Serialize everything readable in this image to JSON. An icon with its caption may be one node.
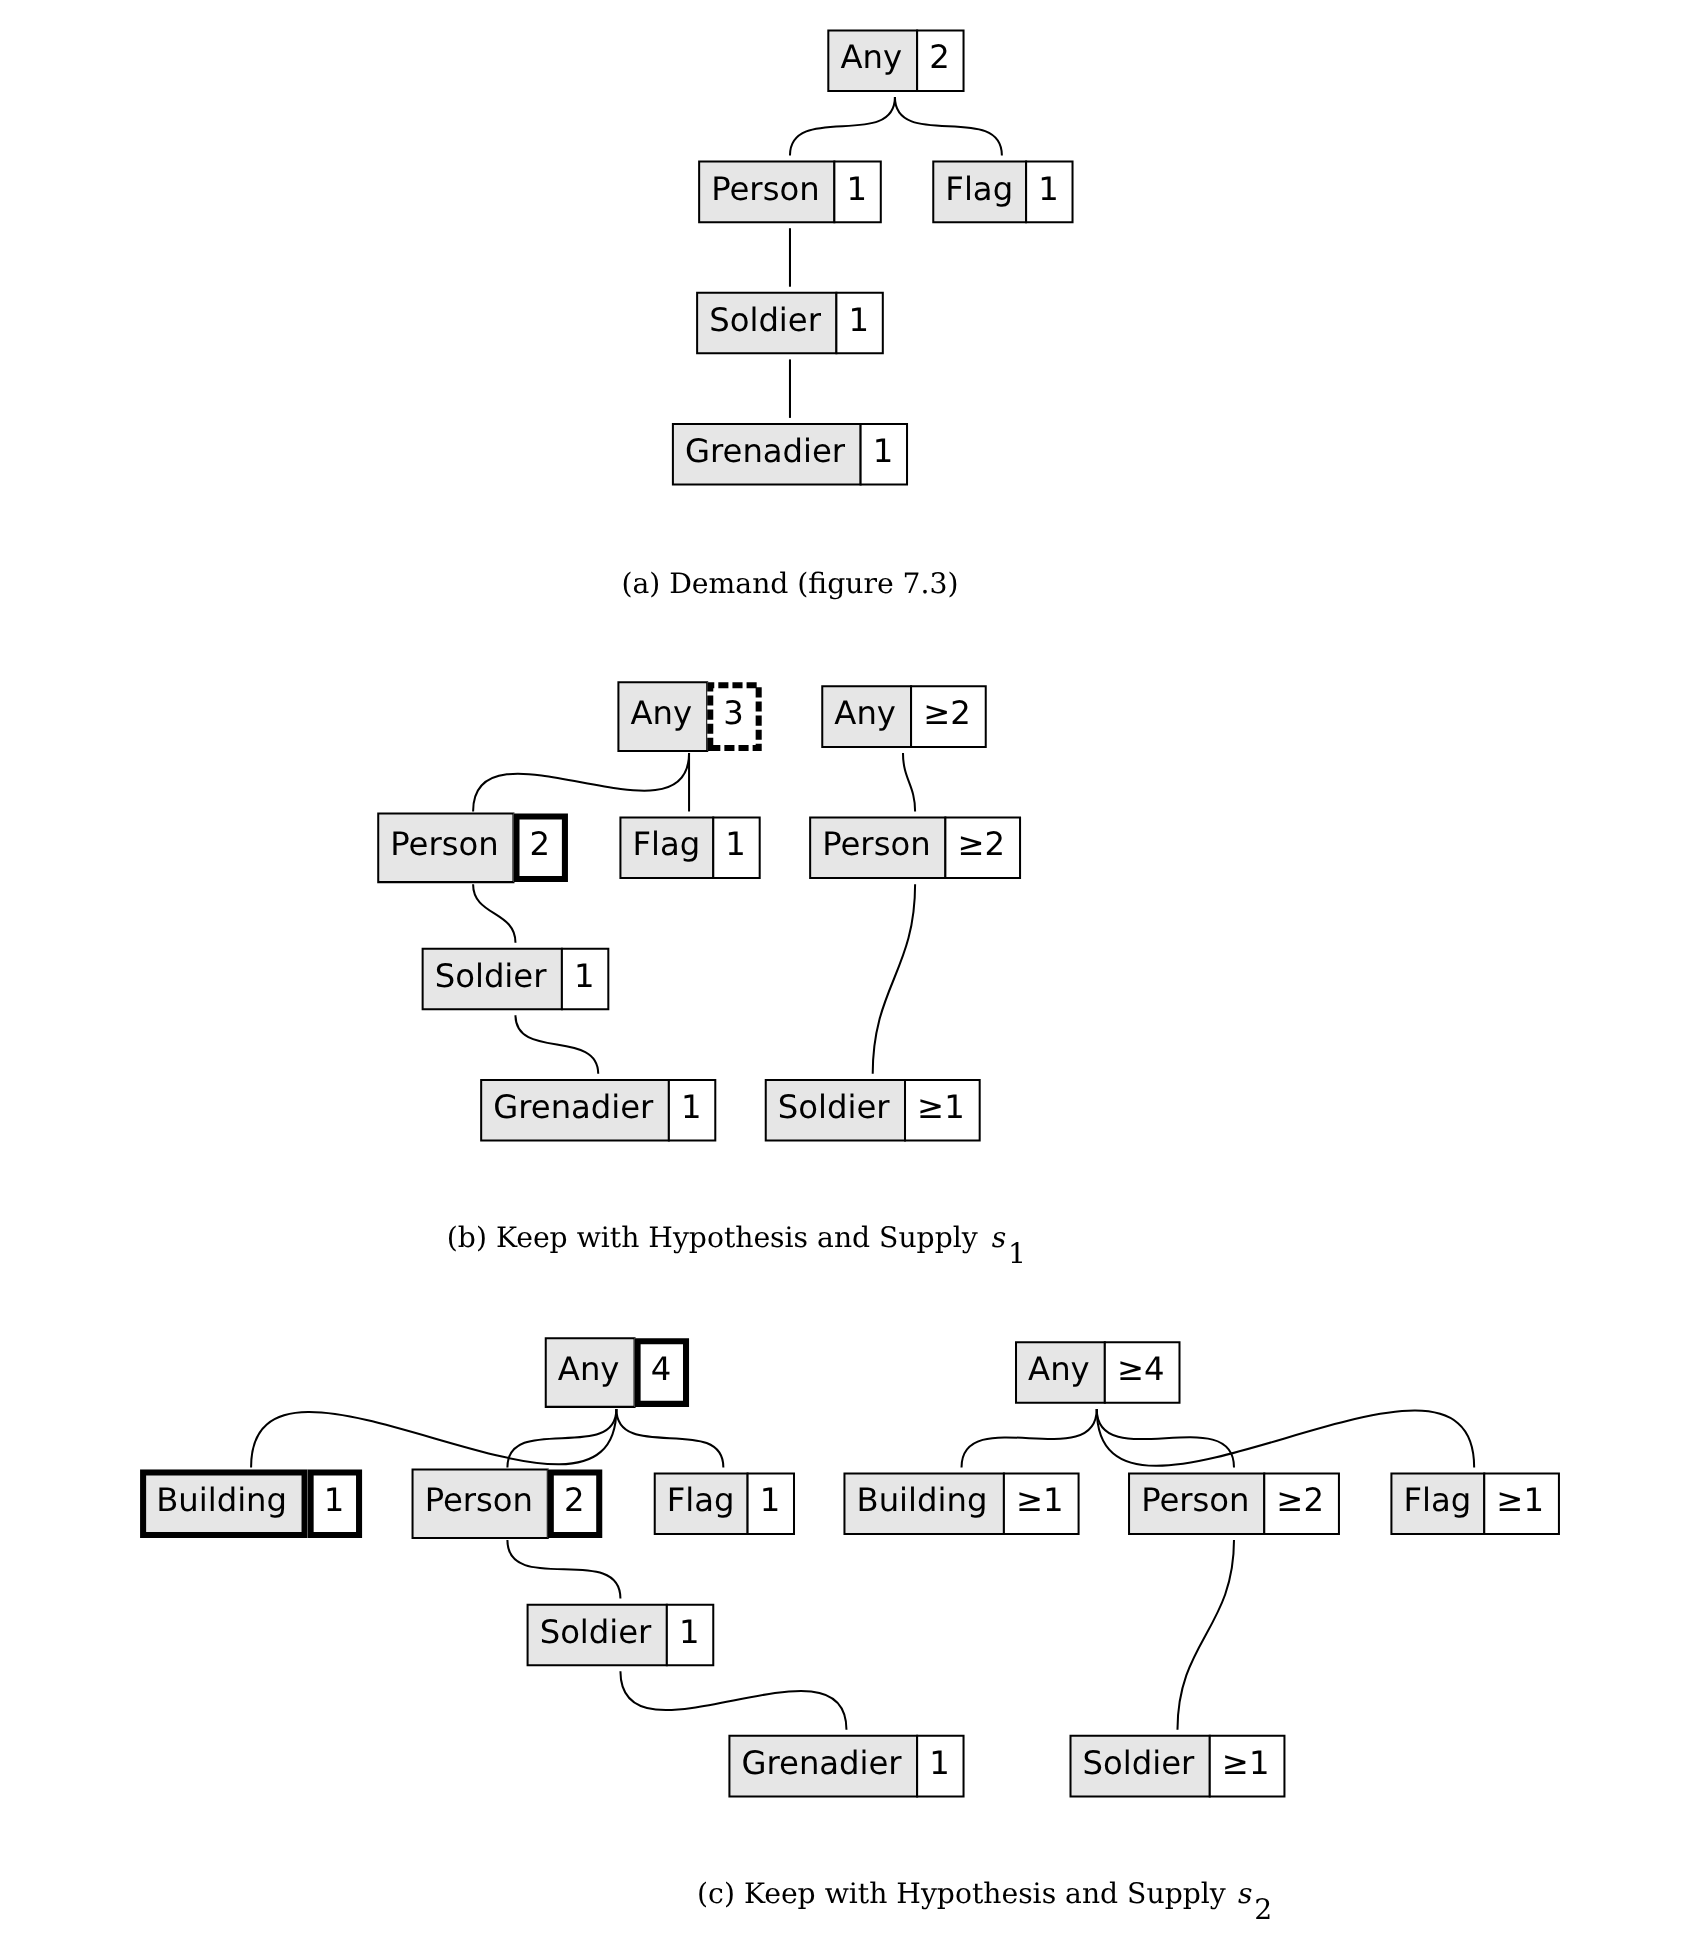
{
  "diagram": {
    "nodes": [
      {
        "text": [
          "Any",
          "2"
        ]
      },
      {
        "text": [
          "Person",
          "1"
        ]
      },
      {
        "text": [
          "Flag",
          "1"
        ]
      },
      {
        "text": [
          "Soldier",
          "1"
        ]
      },
      {
        "text": [
          "Grenadier",
          "1"
        ]
      },
      {
        "text": [
          "Any",
          "3"
        ]
      },
      {
        "text": [
          "Person",
          "2"
        ]
      },
      {
        "text": [
          "Flag",
          "1"
        ]
      },
      {
        "text": [
          "Soldier",
          "1"
        ]
      },
      {
        "text": [
          "Grenadier",
          "1"
        ]
      },
      {
        "text": [
          "Any",
          "≥2"
        ]
      },
      {
        "text": [
          "Person",
          "≥2"
        ]
      },
      {
        "text": [
          "Soldier",
          "≥1"
        ]
      },
      {
        "text": [
          "Any",
          "4"
        ]
      },
      {
        "text": [
          "Building",
          "1"
        ]
      },
      {
        "text": [
          "Person",
          "2"
        ]
      },
      {
        "text": [
          "Flag",
          "1"
        ]
      },
      {
        "text": [
          "Soldier",
          "1"
        ]
      },
      {
        "text": [
          "Grenadier",
          "1"
        ]
      },
      {
        "text": [
          "Any",
          "≥4"
        ]
      },
      {
        "text": [
          "Building",
          "≥1"
        ]
      },
      {
        "text": [
          "Person",
          "≥2"
        ]
      },
      {
        "text": [
          "Flag",
          "≥1"
        ]
      },
      {
        "text": [
          "Soldier",
          "≥1"
        ]
      }
    ],
    "edges": [
      {
        "from": 0,
        "to": 1,
        "arrow": "none"
      },
      {
        "from": 0,
        "to": 2,
        "arrow": "none"
      },
      {
        "from": 1,
        "to": 3,
        "arrow": "none"
      },
      {
        "from": 3,
        "to": 4,
        "arrow": "none"
      },
      {
        "from": 5,
        "to": 6,
        "arrow": "none"
      },
      {
        "from": 5,
        "to": 7,
        "arrow": "none"
      },
      {
        "from": 6,
        "to": 8,
        "arrow": "none"
      },
      {
        "from": 8,
        "to": 9,
        "arrow": "none"
      },
      {
        "from": 10,
        "to": 11,
        "arrow": "none"
      },
      {
        "from": 11,
        "to": 12,
        "arrow": "none"
      },
      {
        "from": 13,
        "to": 14,
        "arrow": "none"
      },
      {
        "from": 13,
        "to": 15,
        "arrow": "none"
      },
      {
        "from": 13,
        "to": 16,
        "arrow": "none"
      },
      {
        "from": 15,
        "to": 17,
        "arrow": "none"
      },
      {
        "from": 17,
        "to": 18,
        "arrow": "none"
      },
      {
        "from": 19,
        "to": 20,
        "arrow": "none"
      },
      {
        "from": 19,
        "to": 21,
        "arrow": "none"
      },
      {
        "from": 19,
        "to": 22,
        "arrow": "none"
      },
      {
        "from": 21,
        "to": 23,
        "arrow": "none"
      }
    ],
    "labels": [
      "(a) Demand (figure 7.3)",
      "(b) Keep with Hypothesis and Supply *s*$_{1}$",
      "(c) Keep with Hypothesis and Supply *s*$_{2}$"
    ]
  }
}
